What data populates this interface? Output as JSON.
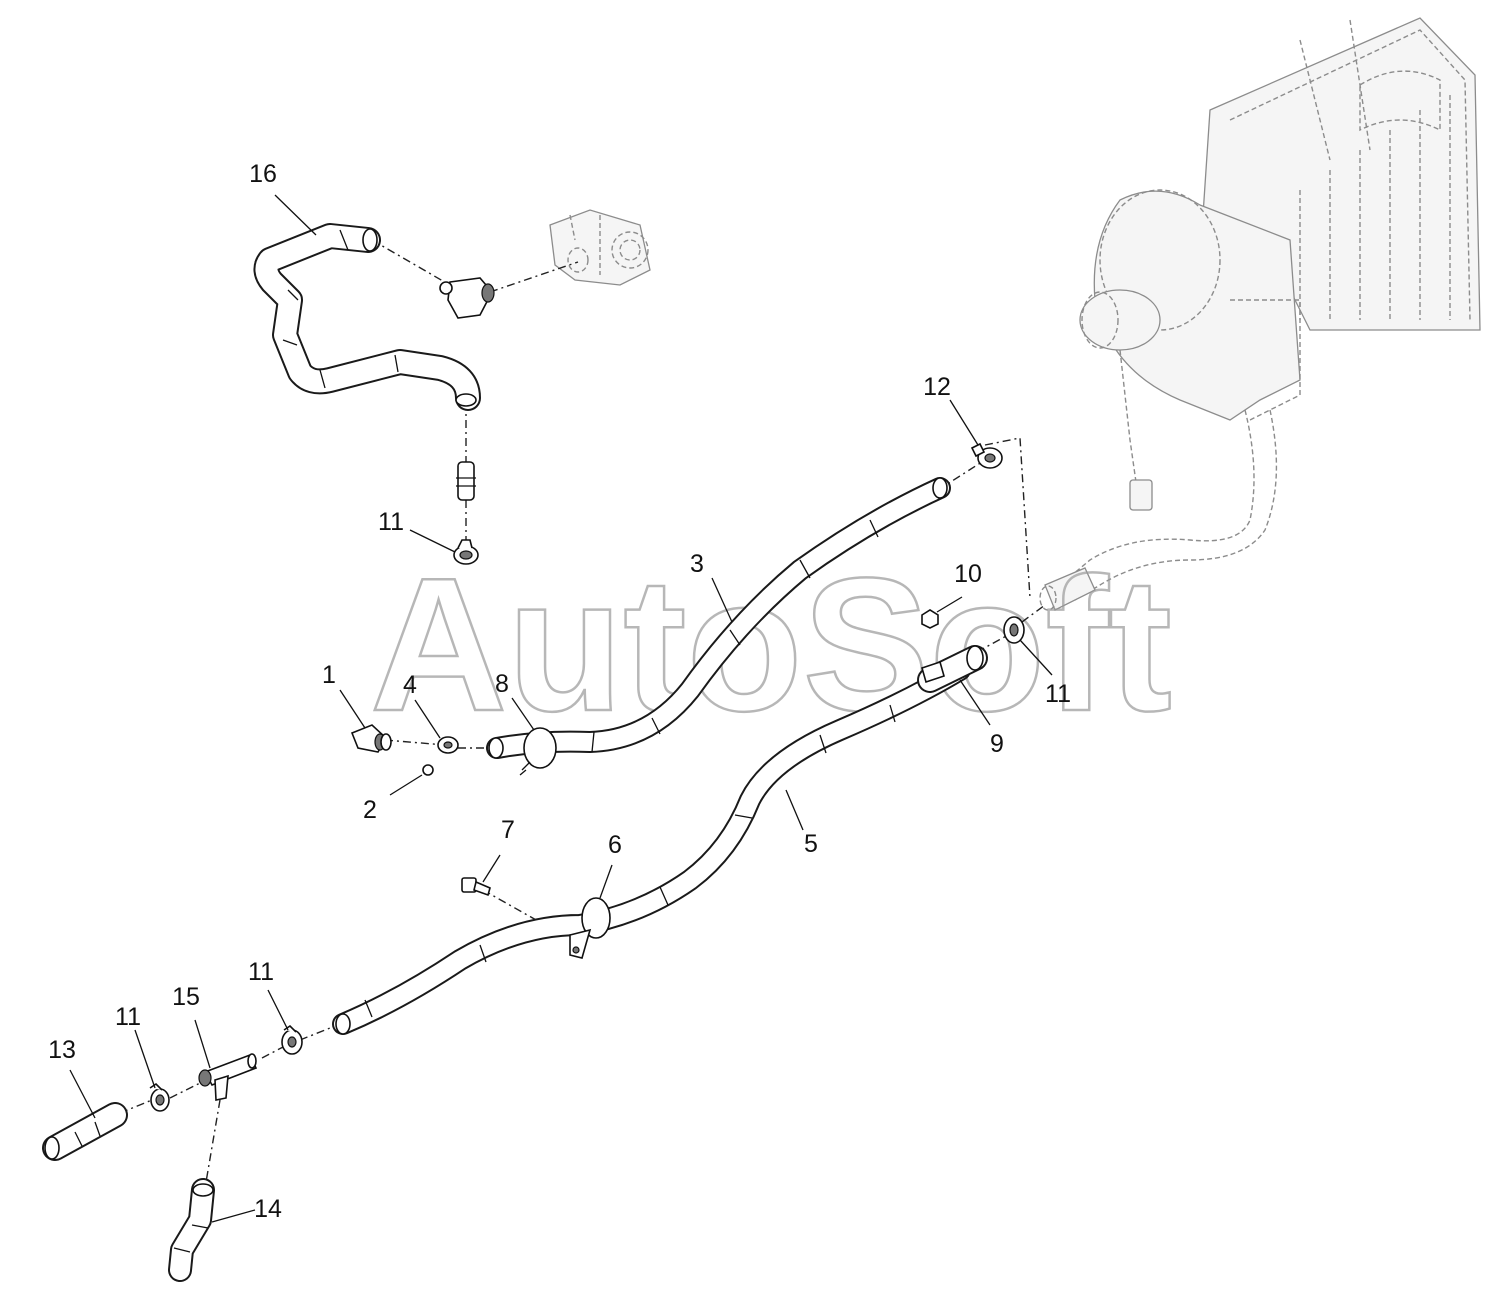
{
  "watermark": "AutoSoft",
  "callouts": {
    "n1": "1",
    "n2": "2",
    "n3": "3",
    "n4": "4",
    "n5": "5",
    "n6": "6",
    "n7": "7",
    "n8": "8",
    "n9": "9",
    "n10": "10",
    "n11a": "11",
    "n11b": "11",
    "n11c": "11",
    "n11d": "11",
    "n12": "12",
    "n13": "13",
    "n14": "14",
    "n15": "15",
    "n16": "16"
  }
}
